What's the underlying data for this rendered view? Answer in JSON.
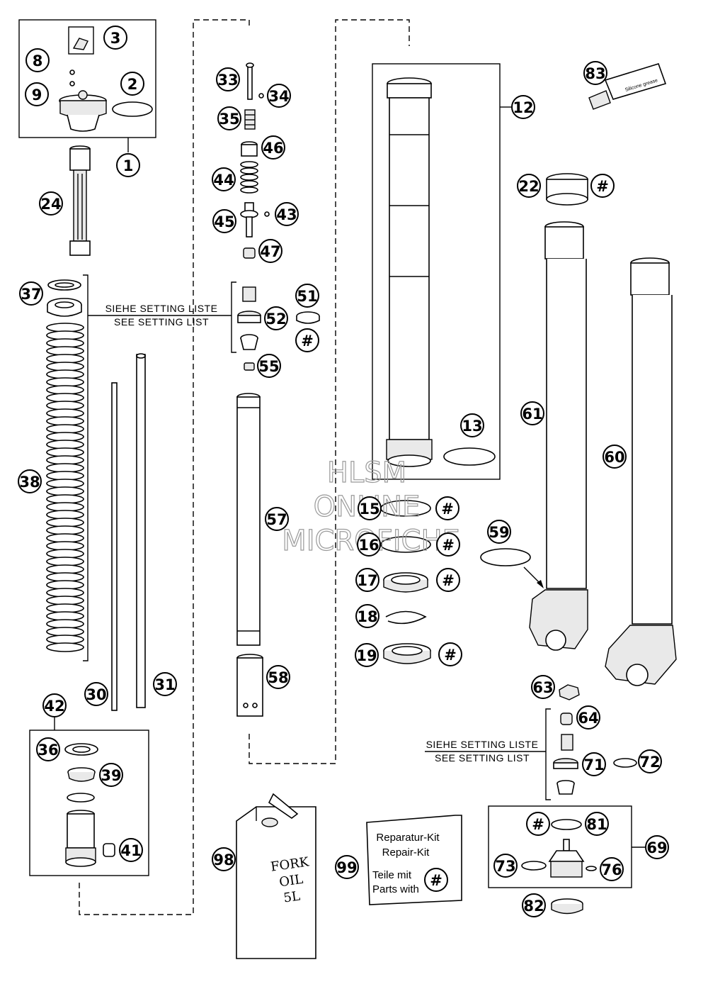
{
  "setting_note": {
    "de": "SIEHE SETTING LISTE",
    "en": "SEE SETTING LIST"
  },
  "kit_card": {
    "line1": "Reparatur-Kit",
    "line2": "Repair-Kit",
    "line3": "Teile mit",
    "line4": "Parts with",
    "symbol": "#"
  },
  "oil_can": {
    "line1": "FORK",
    "line2": "OIL",
    "line3": "5L"
  },
  "grease_tube_text": "Silicone grease",
  "watermark": {
    "line1": "HLSM",
    "line2": "ONLINE",
    "line3": "MICROFICHE"
  },
  "callouts": [
    {
      "id": "c1",
      "label": "1"
    },
    {
      "id": "c2",
      "label": "2"
    },
    {
      "id": "c3",
      "label": "3"
    },
    {
      "id": "c8",
      "label": "8"
    },
    {
      "id": "c9",
      "label": "9"
    },
    {
      "id": "c12",
      "label": "12"
    },
    {
      "id": "c13",
      "label": "13"
    },
    {
      "id": "c15",
      "label": "15"
    },
    {
      "id": "c16",
      "label": "16"
    },
    {
      "id": "c17",
      "label": "17"
    },
    {
      "id": "c18",
      "label": "18"
    },
    {
      "id": "c19",
      "label": "19"
    },
    {
      "id": "c22",
      "label": "22"
    },
    {
      "id": "c24",
      "label": "24"
    },
    {
      "id": "c30",
      "label": "30"
    },
    {
      "id": "c31",
      "label": "31"
    },
    {
      "id": "c33",
      "label": "33"
    },
    {
      "id": "c34",
      "label": "34"
    },
    {
      "id": "c35",
      "label": "35"
    },
    {
      "id": "c36",
      "label": "36"
    },
    {
      "id": "c37",
      "label": "37"
    },
    {
      "id": "c38",
      "label": "38"
    },
    {
      "id": "c39",
      "label": "39"
    },
    {
      "id": "c41",
      "label": "41"
    },
    {
      "id": "c42",
      "label": "42"
    },
    {
      "id": "c43",
      "label": "43"
    },
    {
      "id": "c44",
      "label": "44"
    },
    {
      "id": "c45",
      "label": "45"
    },
    {
      "id": "c46",
      "label": "46"
    },
    {
      "id": "c47",
      "label": "47"
    },
    {
      "id": "c51",
      "label": "51"
    },
    {
      "id": "c52",
      "label": "52"
    },
    {
      "id": "c55",
      "label": "55"
    },
    {
      "id": "c57",
      "label": "57"
    },
    {
      "id": "c58",
      "label": "58"
    },
    {
      "id": "c59",
      "label": "59"
    },
    {
      "id": "c60",
      "label": "60"
    },
    {
      "id": "c61",
      "label": "61"
    },
    {
      "id": "c63",
      "label": "63"
    },
    {
      "id": "c64",
      "label": "64"
    },
    {
      "id": "c69",
      "label": "69"
    },
    {
      "id": "c71",
      "label": "71"
    },
    {
      "id": "c72",
      "label": "72"
    },
    {
      "id": "c73",
      "label": "73"
    },
    {
      "id": "c76",
      "label": "76"
    },
    {
      "id": "c81",
      "label": "81"
    },
    {
      "id": "c82",
      "label": "82"
    },
    {
      "id": "c83",
      "label": "83"
    },
    {
      "id": "c98",
      "label": "98"
    },
    {
      "id": "c99",
      "label": "99"
    },
    {
      "id": "h22",
      "label": "#"
    },
    {
      "id": "h52",
      "label": "#"
    },
    {
      "id": "h15",
      "label": "#"
    },
    {
      "id": "h16",
      "label": "#"
    },
    {
      "id": "h17",
      "label": "#"
    },
    {
      "id": "h19",
      "label": "#"
    },
    {
      "id": "h81",
      "label": "#"
    }
  ]
}
